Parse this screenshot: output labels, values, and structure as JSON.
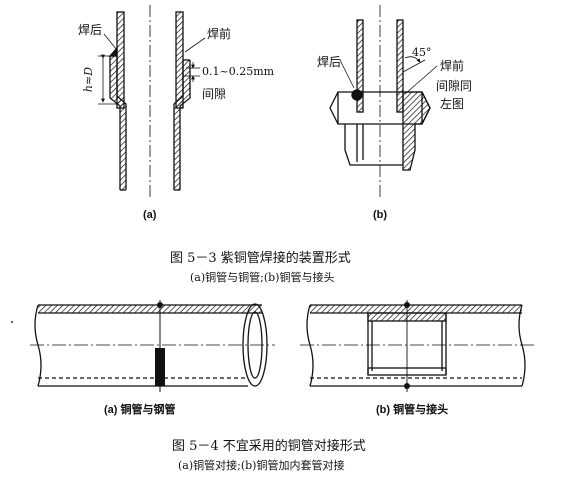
{
  "figure_5_3": {
    "panel_a": {
      "label_after_weld": "焊后",
      "label_before_weld": "焊前",
      "dim_height": "h≈D",
      "gap_value": "0.1~0.25mm",
      "gap_label": "间隙",
      "sub_label": "(a)"
    },
    "panel_b": {
      "label_after_weld": "焊后",
      "angle": "45°",
      "label_before_weld": "焊前",
      "gap_note_line1": "间隙同",
      "gap_note_line2": "左图",
      "sub_label": "(b)"
    },
    "caption": "图 5－3    紫铜管焊接的装置形式",
    "subcaption": "(a)铜管与铜管;(b)铜管与接头"
  },
  "figure_5_4": {
    "panel_a_label": "(a) 铜管与钢管",
    "panel_b_label": "(b) 铜管与接头",
    "caption": "图 5－4    不宜采用的铜管对接形式",
    "subcaption": "(a)铜管对接;(b)铜管加内套管对接"
  },
  "colors": {
    "ink": "#111111",
    "paper": "#ffffff"
  }
}
